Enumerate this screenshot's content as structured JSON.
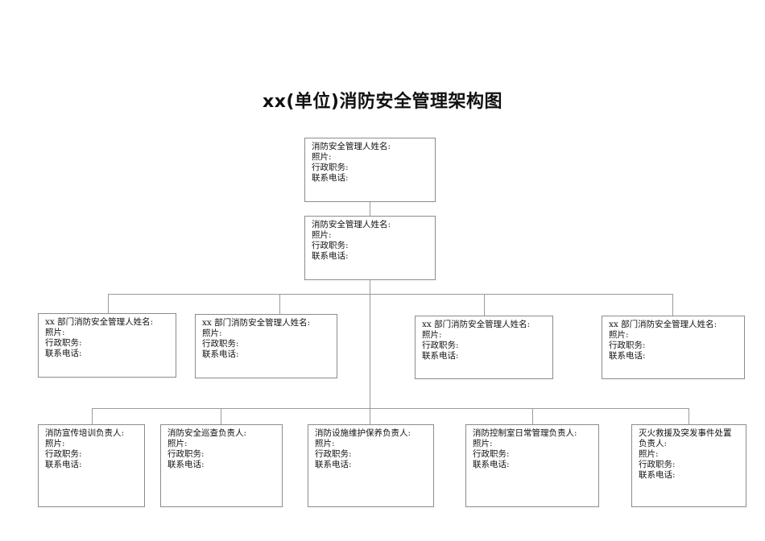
{
  "title": "xx(单位)消防安全管理架构图",
  "fields": {
    "manager_name": "消防安全管理人姓名:",
    "dept_manager_name": "xx 部门消防安全管理人姓名:",
    "photo": "照片:",
    "position": "行政职务:",
    "phone": "联系电话:"
  },
  "top_boxes": [
    {
      "name_label": "消防安全管理人姓名:"
    },
    {
      "name_label": "消防安全管理人姓名:"
    }
  ],
  "dept_boxes": [
    {
      "name_label": "xx 部门消防安全管理人姓名:"
    },
    {
      "name_label": "xx 部门消防安全管理人姓名:"
    },
    {
      "name_label": "xx 部门消防安全管理人姓名:"
    },
    {
      "name_label": "xx 部门消防安全管理人姓名:"
    }
  ],
  "role_boxes": [
    {
      "name_label": "消防宣传培训负责人:"
    },
    {
      "name_label": "消防安全巡查负责人:"
    },
    {
      "name_label": "消防设施维护保养负责人:"
    },
    {
      "name_label": "消防控制室日常管理负责人:"
    },
    {
      "name_label": "灭火救援及突发事件处置负责人:"
    }
  ]
}
